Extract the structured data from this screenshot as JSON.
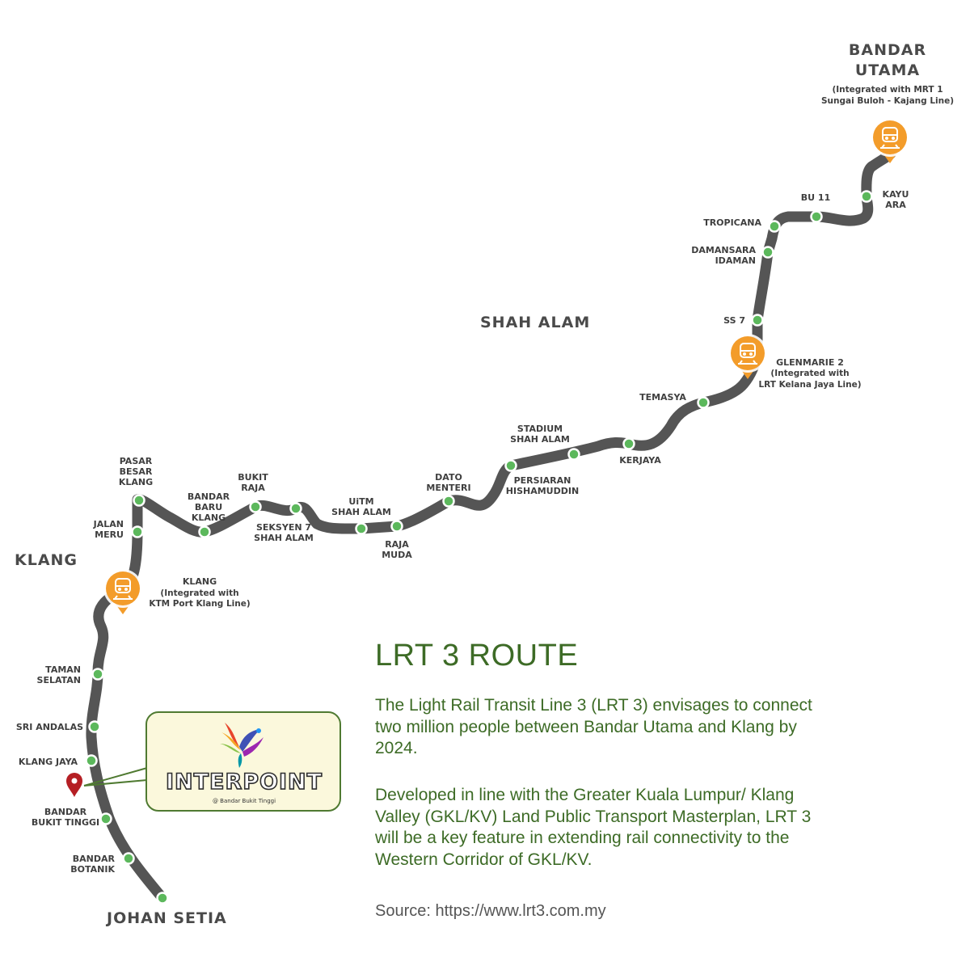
{
  "regions": {
    "klang": "KLANG",
    "shah_alam": "SHAH ALAM",
    "johan_setia": "JOHAN SETIA"
  },
  "terminus": {
    "bandar_utama_1": "BANDAR",
    "bandar_utama_2": "UTAMA",
    "bandar_utama_note_1": "(Integrated with MRT 1",
    "bandar_utama_note_2": "Sungai Buloh - Kajang Line)"
  },
  "stations": {
    "kayu_ara": [
      "KAYU",
      "ARA"
    ],
    "bu11": "BU 11",
    "tropicana": "TROPICANA",
    "damansara_idaman": [
      "DAMANSARA",
      "IDAMAN"
    ],
    "ss7": "SS 7",
    "glenmarie": [
      "GLENMARIE 2",
      "(Integrated with",
      "LRT Kelana Jaya Line)"
    ],
    "temasya": "TEMASYA",
    "kerjaya": "KERJAYA",
    "stadium": [
      "STADIUM",
      "SHAH ALAM"
    ],
    "persiaran": [
      "PERSIARAN",
      "HISHAMUDDIN"
    ],
    "dato_menteri": [
      "DATO",
      "MENTERI"
    ],
    "raja_muda": [
      "RAJA",
      "MUDA"
    ],
    "uitm": [
      "UiTM",
      "SHAH ALAM"
    ],
    "seksyen7": [
      "SEKSYEN 7",
      "SHAH ALAM"
    ],
    "bukit_raja": [
      "BUKIT",
      "RAJA"
    ],
    "bandar_baru_klang": [
      "BANDAR",
      "BARU",
      "KLANG"
    ],
    "pasar_besar": [
      "PASAR",
      "BESAR",
      "KLANG"
    ],
    "jalan_meru": [
      "JALAN",
      "MERU"
    ],
    "klang": [
      "KLANG",
      "(Integrated with",
      "KTM Port Klang Line)"
    ],
    "taman_selatan": [
      "TAMAN",
      "SELATAN"
    ],
    "sri_andalas": "SRI ANDALAS",
    "klang_jaya": "KLANG JAYA",
    "bandar_bukit_tinggi": [
      "BANDAR",
      "BUKIT TINGGI"
    ],
    "bandar_botanik": [
      "BANDAR",
      "BOTANIK"
    ]
  },
  "callout": {
    "logo_text": "INTERPOINT",
    "logo_subtext": "@ Bandar Bukit Tinggi"
  },
  "info": {
    "title": "LRT 3 ROUTE",
    "paragraph_1": "The Light Rail Transit Line 3 (LRT 3) envisages to connect two million people between Bandar Utama and Klang by 2024.",
    "paragraph_2": "Developed in line with the Greater Kuala Lumpur/ Klang Valley (GKL/KV) Land Public Transport Masterplan, LRT 3 will be a key feature in extending rail connectivity to the Western Corridor of GKL/KV.",
    "source": "Source: https://www.lrt3.com.my"
  },
  "colors": {
    "route": "#555555",
    "station_dot": "#5cb85c",
    "interchange": "#f39c2a",
    "pin": "#b51f24",
    "heading_green": "#3d6b26",
    "bubble_fill": "#fbf8dc",
    "bubble_border": "#4f7a31"
  },
  "icons": [
    "train-icon",
    "location-pin-icon",
    "bird-logo-icon"
  ]
}
